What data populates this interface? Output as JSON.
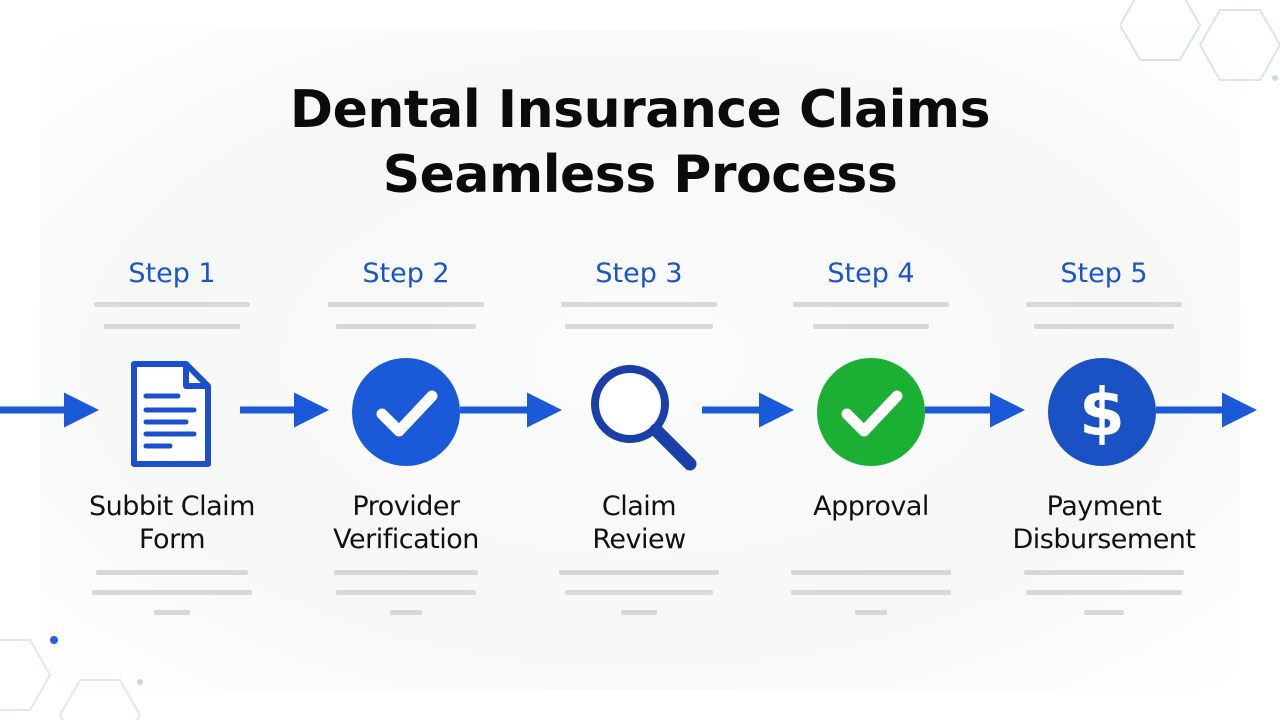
{
  "title": {
    "line1": "Dental Insurance Claims",
    "line2": "Seamless Process"
  },
  "steps": [
    {
      "number": "Step 1",
      "label_line1": "Subbit Claim",
      "label_line2": "Form",
      "icon": "document-icon",
      "color": "#1a4fd0"
    },
    {
      "number": "Step 2",
      "label_line1": "Provider",
      "label_line2": "Verification",
      "icon": "checkmark-icon",
      "color": "#1a5ad8"
    },
    {
      "number": "Step 3",
      "label_line1": "Claim",
      "label_line2": "Review",
      "icon": "magnifying-glass-icon",
      "color": "#1a3fa8"
    },
    {
      "number": "Step 4",
      "label_line1": "Approval",
      "label_line2": "",
      "icon": "checkmark-icon",
      "color": "#1bb034"
    },
    {
      "number": "Step 5",
      "label_line1": "Payment",
      "label_line2": "Disbursement",
      "icon": "dollar-icon",
      "color": "#1a52c4"
    }
  ],
  "colors": {
    "arrow": "#1a5ad8",
    "step_number": "#1a55c7",
    "title": "#0b0b0b"
  }
}
